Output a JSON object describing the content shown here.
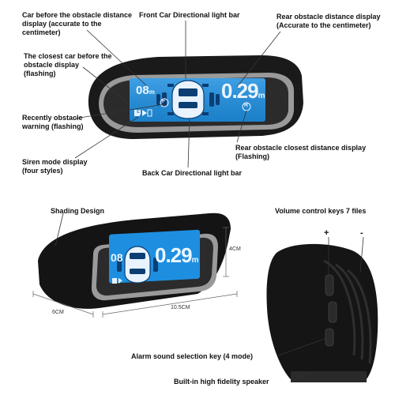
{
  "top_labels": {
    "car_before_distance": "Car before the obstacle distance display (accurate to the centimeter)",
    "front_light_bar": "Front Car Directional light bar",
    "rear_distance": "Rear obstacle distance display (Accurate to the centimeter)",
    "closest_car_flashing": "The closest car before the obstacle display (flashing)",
    "recent_warning": "Recently obstacle warning (flashing)",
    "rear_closest_flashing": "Rear obstacle closest distance display (Flashing)",
    "siren_mode": "Siren mode display (four styles)",
    "back_light_bar": "Back Car Directional light bar"
  },
  "top_display": {
    "front_value": "08",
    "front_unit": "m",
    "front_badge": "F",
    "rear_value": "0.29",
    "rear_unit": "m",
    "rear_badge": "R",
    "left_small_badge": "E"
  },
  "bottom_labels": {
    "shading_design": "Shading Design",
    "volume_keys": "Volume control keys 7 files",
    "plus": "+",
    "minus": "-",
    "alarm_key": "Alarm sound selection key (4 mode)",
    "speaker": "Built-in high fidelity speaker"
  },
  "bottom_display": {
    "front_value": "08",
    "rear_value": "0.29",
    "rear_unit": "m"
  },
  "dimensions": {
    "depth": "6CM",
    "width": "10.5CM",
    "height": "4CM"
  }
}
